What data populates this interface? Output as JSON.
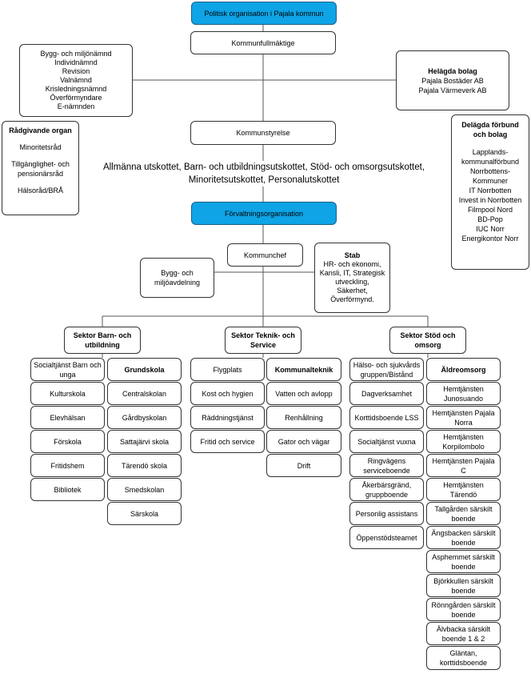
{
  "title": "Politisk organisation i Pajala kommun",
  "kommunfullmaktige": "Kommunfullmäktige",
  "boards": [
    "Bygg- och miljönämnd",
    "Individnämnd",
    "Revision",
    "Valnämnd",
    "Krisledningsnämnd",
    "Överförmyndare",
    "E-nämnden"
  ],
  "helagda": {
    "title": "Helägda bolag",
    "items": [
      "Pajala Bostäder AB",
      "Pajala Värmeverk AB"
    ]
  },
  "radgivande": {
    "title": "Rådgivande organ",
    "items": [
      "Minoritetsråd",
      "Tillgänglighet- och pensionärsråd",
      "Hälsoråd/BRÅ"
    ]
  },
  "delagda": {
    "title": "Delägda förbund och bolag",
    "items": [
      "Lapplands-kommunalförbund",
      "Norrbottens-Kommuner",
      "IT Norrbotten",
      "Invest in Norrbotten",
      "Filmpool Nord",
      "BD-Pop",
      "IUC Norr",
      "Energikontor Norr"
    ]
  },
  "kommunstyrelse": "Kommunstyrelse",
  "utskott": [
    "Allmänna utskottet, Barn- och utbildningsutskottet, Stöd- och omsorgsutskottet,",
    "Minoritetsutskottet, Personalutskottet"
  ],
  "forvaltning": "Förvaltningsorganisation",
  "kommunchef": "Kommunchef",
  "byggmiljo": "Bygg- och miljöavdelning",
  "stab": {
    "title": "Stab",
    "items": [
      "HR- och ekonomi,",
      "Kansli, IT, Strategisk",
      "utveckling,",
      "Säkerhet,",
      "Överförmynd."
    ]
  },
  "sector_barn": {
    "title": "Sektor Barn- och utbildning",
    "col1": [
      "Socialtjänst Barn och unga",
      "Kulturskola",
      "Elevhälsan",
      "Förskola",
      "Fritidshem",
      "Bibliotek"
    ],
    "col2_title": "Grundskola",
    "col2": [
      "Centralskolan",
      "Gårdbyskolan",
      "Sattajärvi skola",
      "Tärendö skola",
      "Smedskolan",
      "Särskola"
    ]
  },
  "sector_teknik": {
    "title": "Sektor Teknik- och Service",
    "col1": [
      "Flygplats",
      "Kost och hygien",
      "Räddningstjänst",
      "Fritid och service"
    ],
    "col2_title": "Kommunalteknik",
    "col2": [
      "Vatten och avlopp",
      "Renhållning",
      "Gator och vägar",
      "Drift"
    ]
  },
  "sector_stod": {
    "title": "Sektor Stöd och omsorg",
    "col1": [
      "Hälso- och sjukvårds gruppen/Bistånd",
      "Dagverksamhet",
      "Korttidsboende LSS",
      "Socialtjänst vuxna",
      "Ringvägens serviceboende",
      "Åkerbärsgränd, gruppboende",
      "Personlig assistans",
      "Öppenstödsteamet"
    ],
    "col2_title": "Äldreomsorg",
    "col2": [
      "Hemtjänsten Junosuando",
      "Hemtjänsten Pajala Norra",
      "Hemtjänsten Korpilombolo",
      "Hemtjänsten Pajala C",
      "Hemtjänsten Tärendö",
      "Tallgården särskilt boende",
      "Ängsbacken särskilt boende",
      "Asphemmet särskilt boende",
      "Björkkullen särskilt boende",
      "Rönngården särskilt boende",
      "Älvbacka särskilt boende 1 & 2",
      "Gläntan, korttidsboende"
    ]
  },
  "colors": {
    "header_blue": "#0ea4e6",
    "border": "#333333",
    "line": "#555555"
  }
}
